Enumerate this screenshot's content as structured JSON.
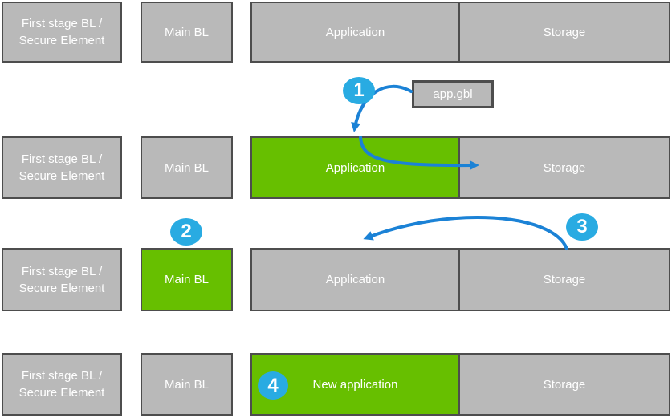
{
  "colors": {
    "box-gray": "#b9b9b9",
    "box-green": "#67bf00",
    "box-border": "#4d4d4d",
    "badge-blue": "#29abe2",
    "arrow-blue": "#1b82d6",
    "label-text": "#ffffff"
  },
  "file_box": {
    "label": "app.gbl"
  },
  "badges": {
    "step1": "1",
    "step2": "2",
    "step3": "3",
    "step4": "4"
  },
  "rows": [
    {
      "boxes": [
        {
          "label": "First stage BL / Secure Element",
          "state": "gray"
        },
        {
          "label": "Main BL",
          "state": "gray"
        },
        {
          "label": "Application",
          "state": "gray"
        },
        {
          "label": "Storage",
          "state": "gray"
        }
      ]
    },
    {
      "boxes": [
        {
          "label": "First stage BL / Secure Element",
          "state": "gray"
        },
        {
          "label": "Main BL",
          "state": "gray"
        },
        {
          "label": "Application",
          "state": "green"
        },
        {
          "label": "Storage",
          "state": "gray"
        }
      ]
    },
    {
      "boxes": [
        {
          "label": "First stage BL / Secure Element",
          "state": "gray"
        },
        {
          "label": "Main BL",
          "state": "green"
        },
        {
          "label": "Application",
          "state": "gray"
        },
        {
          "label": "Storage",
          "state": "gray"
        }
      ]
    },
    {
      "boxes": [
        {
          "label": "First stage BL / Secure Element",
          "state": "gray"
        },
        {
          "label": "Main BL",
          "state": "gray"
        },
        {
          "label": "New application",
          "state": "green"
        },
        {
          "label": "Storage",
          "state": "gray"
        }
      ]
    }
  ]
}
